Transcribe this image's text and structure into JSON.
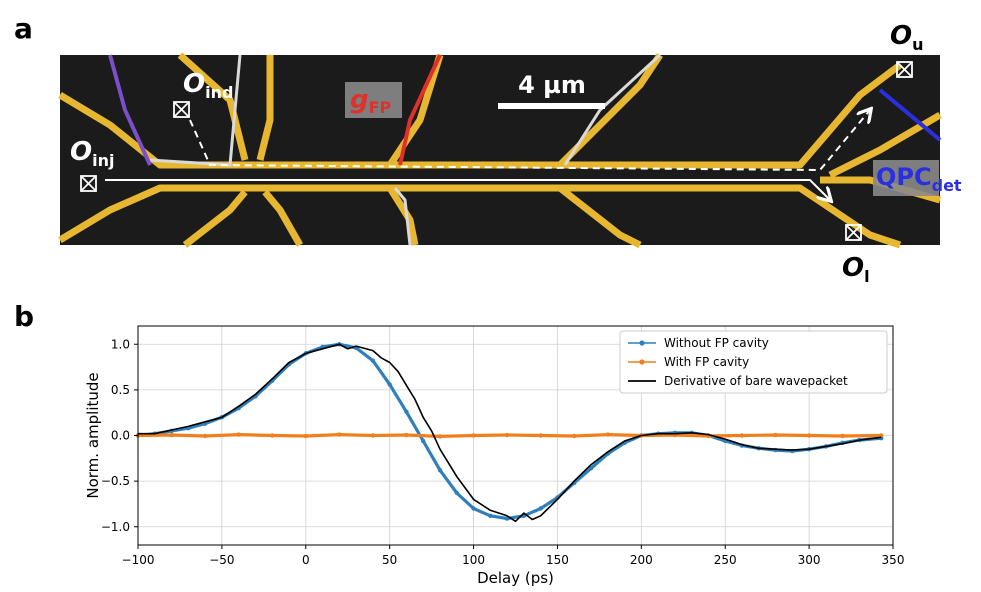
{
  "panel_a": {
    "letter": "a",
    "scale_bar": "4 µm",
    "labels": {
      "o_inj_main": "O",
      "o_inj_sub": "inj",
      "o_ind_main": "O",
      "o_ind_sub": "ind",
      "g_fp_main": "g",
      "g_fp_sub": "FP",
      "o_u_main": "O",
      "o_u_sub": "u",
      "o_l_main": "O",
      "o_l_sub": "l",
      "qpc_main": "QPC",
      "qpc_sub": "det"
    },
    "colors": {
      "gate_gold": "#e8b731",
      "gfp_red": "#e0302a",
      "qpc_blue": "#2a2fe0",
      "left_purple": "#7a4fc8",
      "substrate": "#1b1b1b"
    }
  },
  "panel_b": {
    "letter": "b"
  },
  "chart_data": {
    "type": "line",
    "xlabel": "Delay (ps)",
    "ylabel": "Norm. amplitude",
    "xlim": [
      -100,
      350
    ],
    "ylim": [
      -1.2,
      1.2
    ],
    "xticks": [
      -100,
      -50,
      0,
      50,
      100,
      150,
      200,
      250,
      300,
      350
    ],
    "yticks": [
      -1.0,
      -0.5,
      0.0,
      0.5,
      1.0
    ],
    "xtick_labels": [
      "−100",
      "−50",
      "0",
      "50",
      "100",
      "150",
      "200",
      "250",
      "300",
      "350"
    ],
    "ytick_labels": [
      "−1.0",
      "−0.5",
      "0.0",
      "0.5",
      "1.0"
    ],
    "grid": true,
    "legend_position": "top-right",
    "series": [
      {
        "name": "Without FP cavity",
        "color": "#2e7fbc",
        "marker": "dot",
        "x": [
          -100,
          -90,
          -80,
          -70,
          -60,
          -50,
          -40,
          -30,
          -20,
          -10,
          0,
          10,
          20,
          30,
          40,
          50,
          60,
          70,
          80,
          90,
          100,
          110,
          120,
          130,
          140,
          150,
          160,
          170,
          180,
          190,
          200,
          210,
          220,
          230,
          240,
          250,
          260,
          270,
          280,
          290,
          300,
          310,
          320,
          330,
          343
        ],
        "y": [
          0.0,
          0.02,
          0.05,
          0.08,
          0.13,
          0.2,
          0.3,
          0.43,
          0.6,
          0.78,
          0.9,
          0.97,
          1.0,
          0.96,
          0.82,
          0.56,
          0.26,
          -0.06,
          -0.38,
          -0.63,
          -0.8,
          -0.88,
          -0.91,
          -0.88,
          -0.8,
          -0.68,
          -0.52,
          -0.36,
          -0.2,
          -0.08,
          0.0,
          0.02,
          0.03,
          0.03,
          0.0,
          -0.06,
          -0.11,
          -0.14,
          -0.16,
          -0.17,
          -0.15,
          -0.12,
          -0.08,
          -0.05,
          -0.03
        ]
      },
      {
        "name": "With FP cavity",
        "color": "#f07f1e",
        "marker": "dot",
        "x": [
          -100,
          -80,
          -60,
          -40,
          -20,
          0,
          20,
          40,
          60,
          80,
          100,
          120,
          140,
          160,
          180,
          200,
          220,
          240,
          260,
          280,
          300,
          320,
          343
        ],
        "y": [
          0.0,
          0.005,
          -0.005,
          0.01,
          0.0,
          -0.005,
          0.01,
          0.0,
          0.005,
          -0.01,
          0.0,
          0.005,
          0.0,
          -0.005,
          0.01,
          0.0,
          0.005,
          -0.005,
          0.0,
          0.005,
          0.0,
          -0.005,
          0.0
        ]
      },
      {
        "name": "Derivative of bare wavepacket",
        "color": "#000000",
        "marker": "none",
        "x": [
          -100,
          -90,
          -80,
          -70,
          -60,
          -50,
          -40,
          -30,
          -20,
          -10,
          0,
          10,
          20,
          25,
          30,
          40,
          45,
          50,
          55,
          60,
          65,
          70,
          75,
          80,
          90,
          100,
          110,
          120,
          125,
          130,
          135,
          140,
          150,
          160,
          170,
          180,
          190,
          200,
          210,
          220,
          230,
          240,
          250,
          260,
          270,
          280,
          290,
          300,
          310,
          320,
          330,
          343
        ],
        "y": [
          0.02,
          0.02,
          0.06,
          0.1,
          0.15,
          0.2,
          0.32,
          0.45,
          0.62,
          0.8,
          0.9,
          0.95,
          1.0,
          0.95,
          0.98,
          0.93,
          0.85,
          0.8,
          0.7,
          0.55,
          0.4,
          0.2,
          0.05,
          -0.15,
          -0.45,
          -0.7,
          -0.82,
          -0.88,
          -0.94,
          -0.85,
          -0.92,
          -0.88,
          -0.7,
          -0.5,
          -0.32,
          -0.18,
          -0.06,
          0.0,
          0.02,
          0.02,
          0.03,
          0.01,
          -0.04,
          -0.1,
          -0.14,
          -0.15,
          -0.16,
          -0.15,
          -0.12,
          -0.09,
          -0.05,
          -0.02
        ]
      }
    ]
  }
}
